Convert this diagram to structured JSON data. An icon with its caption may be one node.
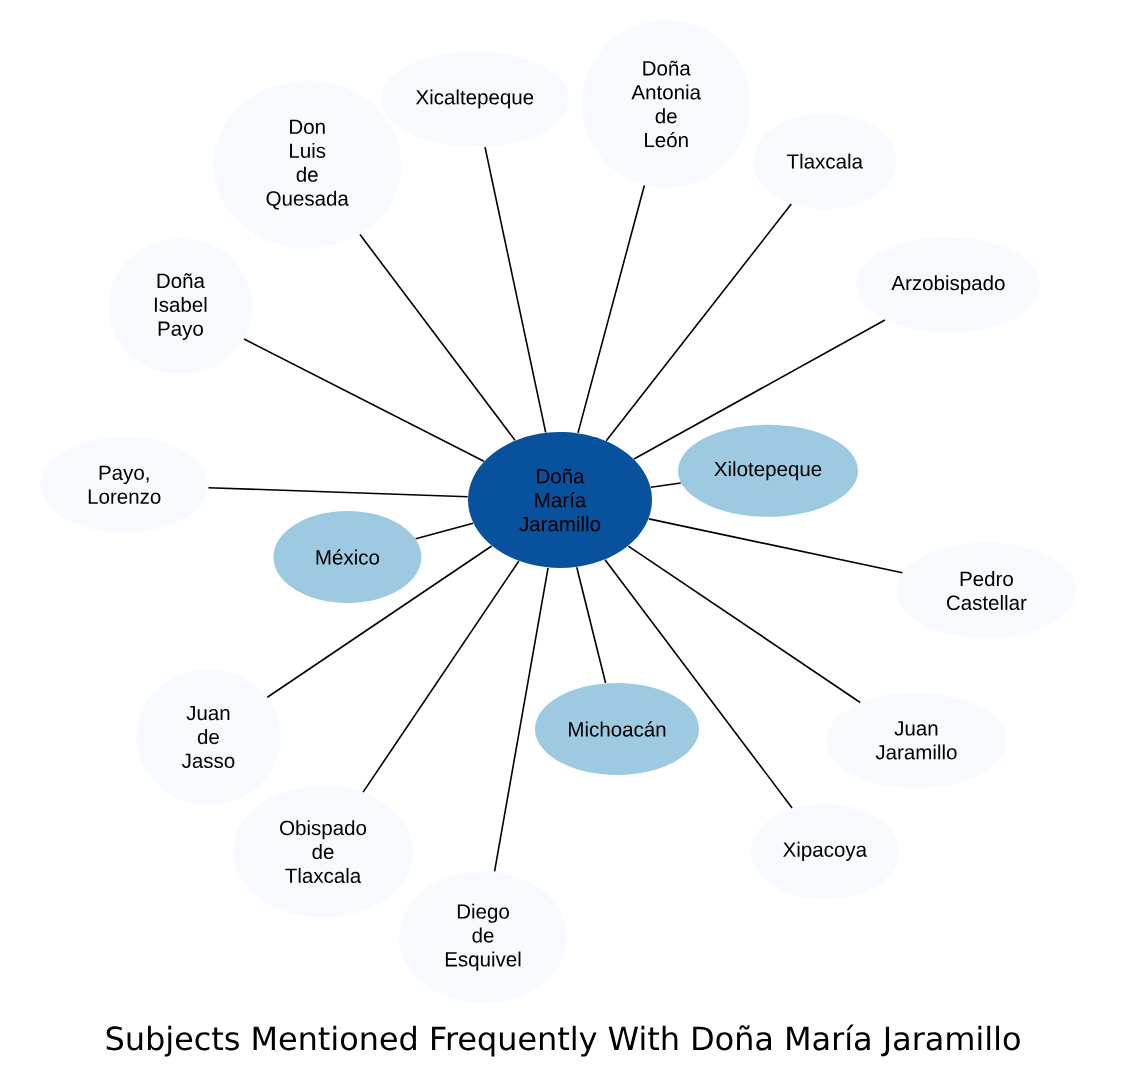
{
  "diagram": {
    "title": "Subjects Mentioned Frequently With Doña María Jaramillo",
    "nodes": [
      {
        "text": [
          "Xicaltepeque"
        ]
      },
      {
        "text": [
          "Doña Antonia de León"
        ]
      },
      {
        "text": [
          "Don Luis de Quesada"
        ]
      },
      {
        "text": [
          "Tlaxcala"
        ]
      },
      {
        "text": [
          "Doña Isabel Payo"
        ]
      },
      {
        "text": [
          "Arzobispado"
        ]
      },
      {
        "text": [
          "Payo, Lorenzo"
        ]
      },
      {
        "text": [
          "México"
        ]
      },
      {
        "text": [
          "Doña María Jaramillo"
        ]
      },
      {
        "text": [
          "Xilotepeque"
        ]
      },
      {
        "text": [
          "Pedro Castellar"
        ]
      },
      {
        "text": [
          "Michoacán"
        ]
      },
      {
        "text": [
          "Juan de Jasso"
        ]
      },
      {
        "text": [
          "Juan Jaramillo"
        ]
      },
      {
        "text": [
          "Obispado de Tlaxcala"
        ]
      },
      {
        "text": [
          "Xipacoya"
        ]
      },
      {
        "text": [
          "Diego de Esquivel"
        ]
      }
    ],
    "edges": [
      {
        "from": 8,
        "to": 0,
        "arrow": "none"
      },
      {
        "from": 8,
        "to": 1,
        "arrow": "none"
      },
      {
        "from": 8,
        "to": 2,
        "arrow": "none"
      },
      {
        "from": 8,
        "to": 3,
        "arrow": "none"
      },
      {
        "from": 8,
        "to": 4,
        "arrow": "none"
      },
      {
        "from": 8,
        "to": 5,
        "arrow": "none"
      },
      {
        "from": 8,
        "to": 6,
        "arrow": "none"
      },
      {
        "from": 8,
        "to": 7,
        "arrow": "none"
      },
      {
        "from": 8,
        "to": 9,
        "arrow": "none"
      },
      {
        "from": 8,
        "to": 10,
        "arrow": "none"
      },
      {
        "from": 8,
        "to": 11,
        "arrow": "none"
      },
      {
        "from": 8,
        "to": 12,
        "arrow": "none"
      },
      {
        "from": 8,
        "to": 13,
        "arrow": "none"
      },
      {
        "from": 8,
        "to": 14,
        "arrow": "none"
      },
      {
        "from": 8,
        "to": 15,
        "arrow": "none"
      },
      {
        "from": 8,
        "to": 16,
        "arrow": "none"
      }
    ]
  }
}
